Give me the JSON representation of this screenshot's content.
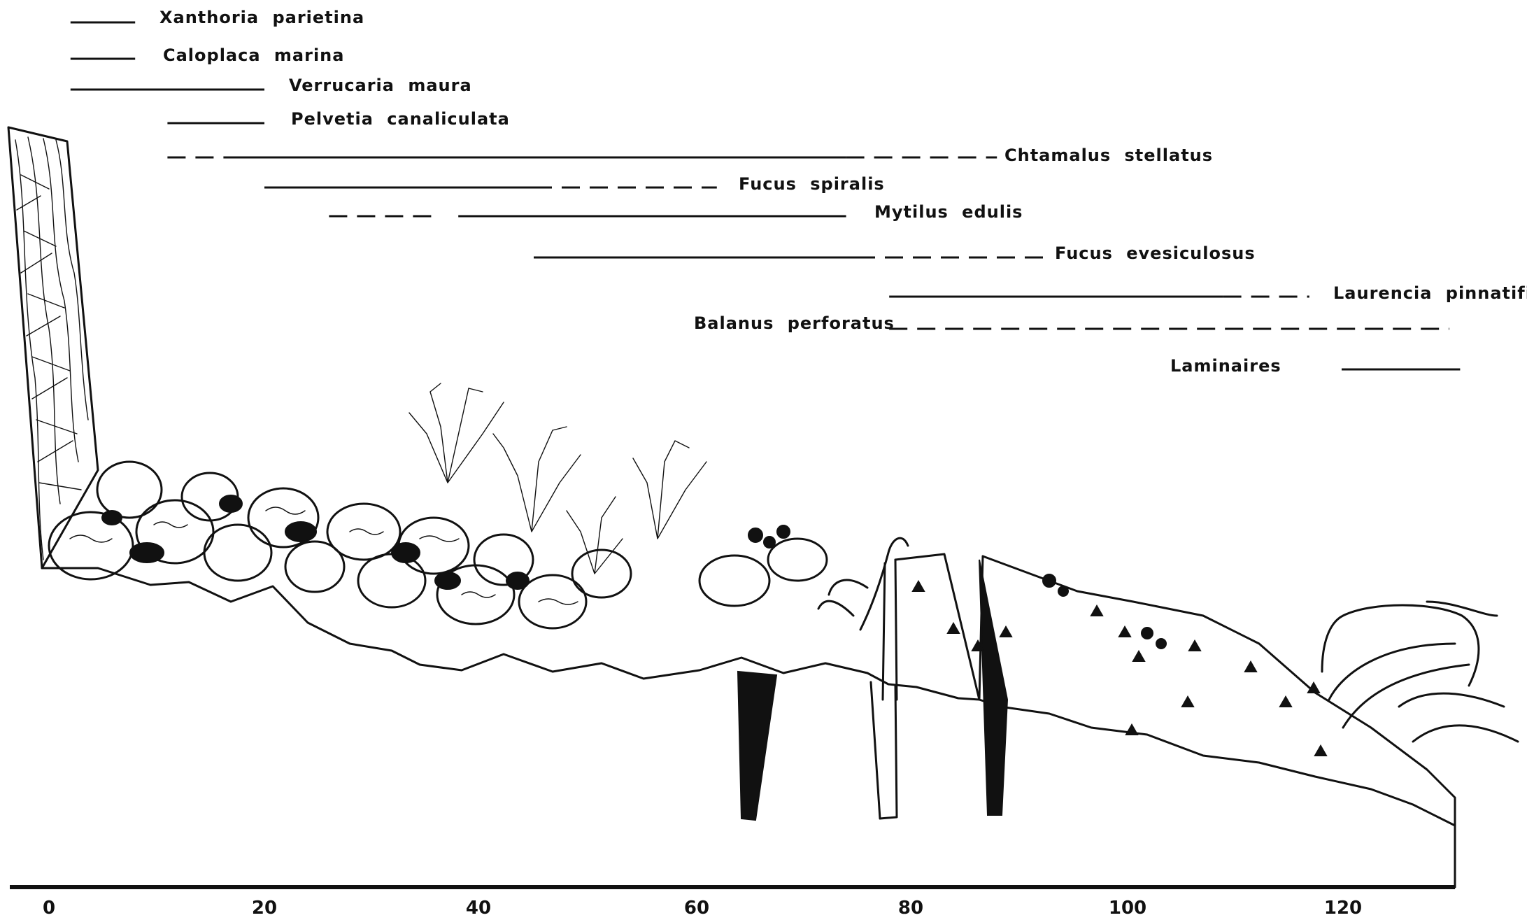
{
  "species": [
    {
      "name": "Xanthoria  parietina",
      "solid": [
        [
          2,
          8
        ]
      ],
      "dashed": []
    },
    {
      "name": "Caloplaca  marina",
      "solid": [
        [
          2,
          8
        ]
      ],
      "dashed": []
    },
    {
      "name": "Verrucaria  maura",
      "solid": [
        [
          2,
          20
        ]
      ],
      "dashed": []
    },
    {
      "name": "Pelvetia  canaliculata",
      "solid": [
        [
          11,
          20
        ]
      ],
      "dashed": []
    },
    {
      "name": "Chtamalus  stellatus",
      "solid": [
        [
          17.5,
          74
        ]
      ],
      "dashed": [
        [
          11,
          17.5
        ],
        [
          74,
          88
        ]
      ]
    },
    {
      "name": "Fucus  spiralis",
      "solid": [
        [
          20,
          45
        ]
      ],
      "dashed": [
        [
          45,
          62
        ]
      ]
    },
    {
      "name": "Mytilus  edulis",
      "solid": [
        [
          38,
          74
        ]
      ],
      "dashed": [
        [
          26,
          36
        ]
      ]
    },
    {
      "name": "Fucus  evesiculosus",
      "solid": [
        [
          45,
          75
        ]
      ],
      "dashed": [
        [
          75,
          93
        ]
      ]
    },
    {
      "name": "Laurencia  pinnatifida",
      "solid": [
        [
          78,
          109
        ]
      ],
      "dashed": [
        [
          109,
          117
        ]
      ]
    },
    {
      "name": "Balanus  perforatus",
      "solid": [],
      "dashed": [
        [
          78,
          130
        ]
      ]
    },
    {
      "name": "Laminaires",
      "solid": [
        [
          120,
          131
        ]
      ],
      "dashed": []
    }
  ],
  "axis": {
    "ticks": [
      "0",
      "20",
      "40",
      "60",
      "80",
      "100",
      "120"
    ],
    "range": [
      0,
      130
    ]
  }
}
